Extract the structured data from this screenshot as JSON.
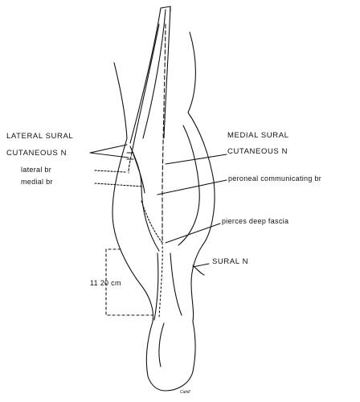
{
  "labels": {
    "lateral_sural_line1": "LATERAL SURAL",
    "lateral_sural_line2": "CUTANEOUS N",
    "lateral_br": "lateral br",
    "medial_br": "medial br",
    "medial_sural_line1": "MEDIAL SURAL",
    "medial_sural_line2": "CUTANEOUS N",
    "peroneal_communicating": "peroneal communicating br",
    "pierces_deep_fascia": "pierces deep fascia",
    "sural_n": "SURAL N",
    "measurement": "11 20 cm",
    "artist_signature": "Cahill"
  },
  "colors": {
    "ink": "#111111",
    "paper": "#ffffff"
  }
}
